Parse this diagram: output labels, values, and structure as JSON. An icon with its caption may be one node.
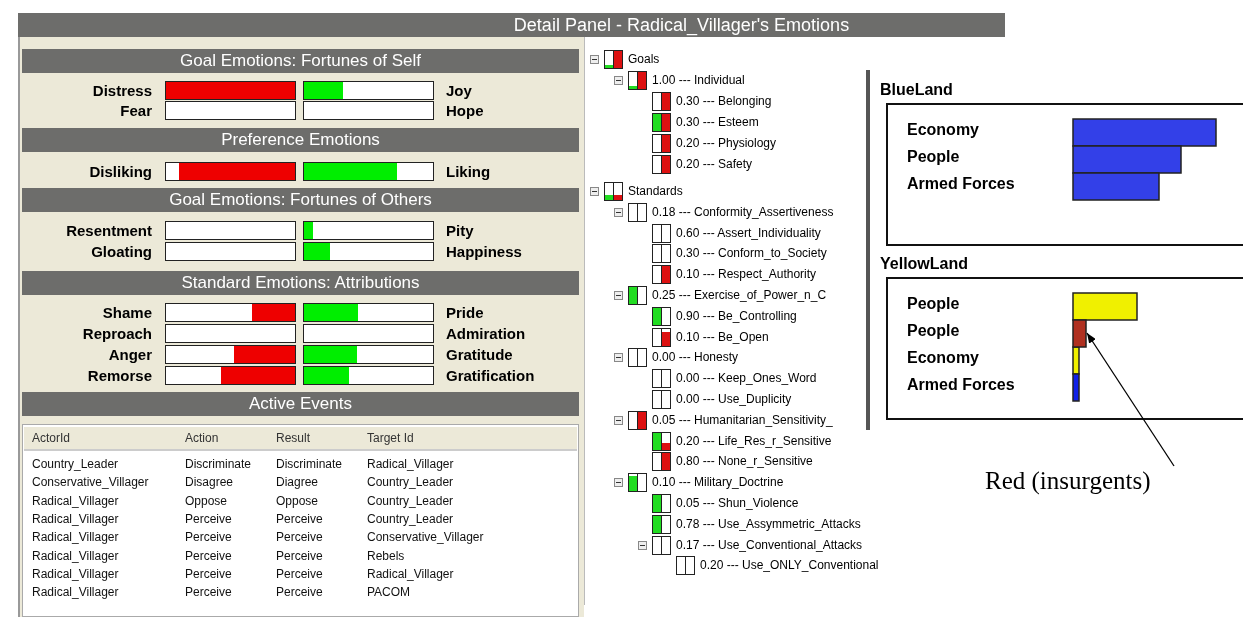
{
  "diagram": {
    "title": "Detail Panel - Radical_Villager's Emotions",
    "nodes": [
      {
        "text": [
          "Red (insurgents)"
        ]
      },
      {
        "text": [],
        "shape": "bar"
      }
    ],
    "edges": [
      {
        "from": 0,
        "to": 1,
        "arrow": "to"
      }
    ],
    "labels": [
      "Goal Emotions: Fortunes of Self",
      "Distress",
      "Joy",
      "Fear",
      "Hope",
      "Preference Emotions",
      "Disliking",
      "Liking",
      "Goal Emotions: Fortunes of Others",
      "Resentment",
      "Pity",
      "Gloating",
      "Happiness",
      "Standard Emotions: Attributions",
      "Shame",
      "Pride",
      "Reproach",
      "Admiration",
      "Anger",
      "Gratitude",
      "Remorse",
      "Gratification",
      "Active Events",
      "ActorId",
      "Action",
      "Result",
      "Target Id",
      "Country_Leader",
      "Discriminate",
      "Discriminate",
      "Radical_Villager",
      "Conservative_Villager",
      "Disagree",
      "Diagree",
      "Country_Leader",
      "Radical_Villager",
      "Oppose",
      "Oppose",
      "Country_Leader",
      "Radical_Villager",
      "Perceive",
      "Perceive",
      "Country_Leader",
      "Radical_Villager",
      "Perceive",
      "Perceive",
      "Conservative_Villager",
      "Radical_Villager",
      "Perceive",
      "Perceive",
      "Rebels",
      "Radical_Villager",
      "Perceive",
      "Perceive",
      "Radical_Villager",
      "Radical_Villager",
      "Perceive",
      "Perceive",
      "PACOM",
      "Goals",
      "1.00 --- Individual",
      "0.30 --- Belonging",
      "0.30 --- Esteem",
      "0.20 --- Physiology",
      "0.20 --- Safety",
      "Standards",
      "0.18 --- Conformity_Assertiveness",
      "0.60 --- Assert_Individuality",
      "0.30 --- Conform_to_Society",
      "0.10 --- Respect_Authority",
      "0.25 --- Exercise_of_Power_n_C",
      "0.90 --- Be_Controlling",
      "0.10 --- Be_Open",
      "0.00 --- Honesty",
      "0.00 --- Keep_Ones_Word",
      "0.00 --- Use_Duplicity",
      "0.05 --- Humanitarian_Sensitivity_",
      "0.20 --- Life_Res_r_Sensitive",
      "0.80 --- None_r_Sensitive",
      "0.10 --- Military_Doctrine",
      "0.05 --- Shun_Violence",
      "0.78 --- Use_Assymmetric_Attacks",
      "0.17 --- Use_Conventional_Attacks",
      "0.20 --- Use_ONLY_Conventional",
      "BlueLand",
      "Economy",
      "People",
      "Armed Forces",
      "YellowLand",
      "People",
      "People",
      "Economy",
      "Armed Forces"
    ]
  }
}
